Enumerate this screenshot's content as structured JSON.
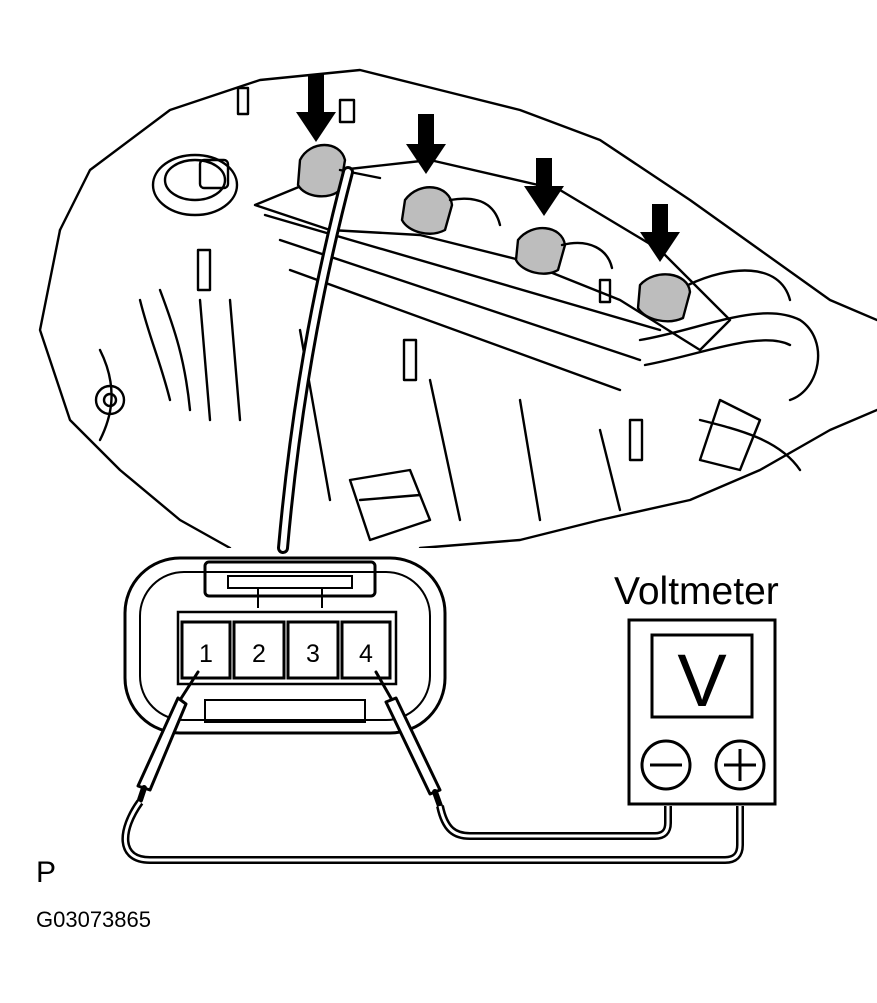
{
  "labels": {
    "voltmeter": "Voltmeter",
    "view_code": "P",
    "figure_id": "G03073865"
  },
  "connector": {
    "pins": [
      "1",
      "2",
      "3",
      "4"
    ]
  },
  "meter": {
    "display": "V"
  },
  "colors": {
    "line": "#000000",
    "background": "#ffffff"
  }
}
